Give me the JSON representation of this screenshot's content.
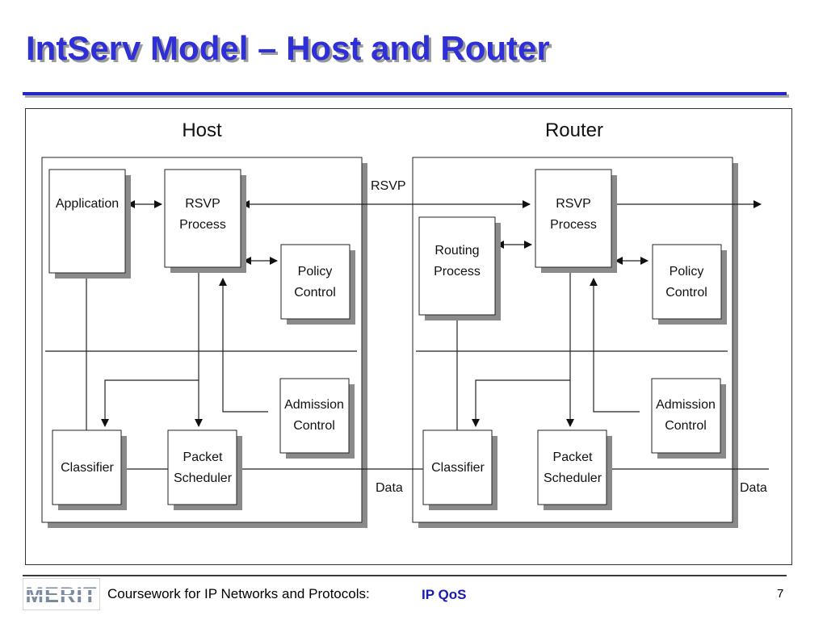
{
  "slide": {
    "title": "IntServ Model – Host and Router"
  },
  "diagram": {
    "host": {
      "heading": "Host",
      "application": "Application",
      "rsvp_process": [
        "RSVP",
        "Process"
      ],
      "policy_control": [
        "Policy",
        "Control"
      ],
      "admission_control": [
        "Admission",
        "Control"
      ],
      "classifier": "Classifier",
      "packet_scheduler": [
        "Packet",
        "Scheduler"
      ]
    },
    "router": {
      "heading": "Router",
      "routing_process": [
        "Routing",
        "Process"
      ],
      "rsvp_process": [
        "RSVP",
        "Process"
      ],
      "policy_control": [
        "Policy",
        "Control"
      ],
      "admission_control": [
        "Admission",
        "Control"
      ],
      "classifier": "Classifier",
      "packet_scheduler": [
        "Packet",
        "Scheduler"
      ]
    },
    "rsvp_label": "RSVP",
    "data_label_host": "Data",
    "data_label_router": "Data"
  },
  "footer": {
    "logo_text": "MERIT",
    "course": "Coursework for IP Networks and Protocols:",
    "topic": "IP QoS",
    "page_number": "7"
  }
}
